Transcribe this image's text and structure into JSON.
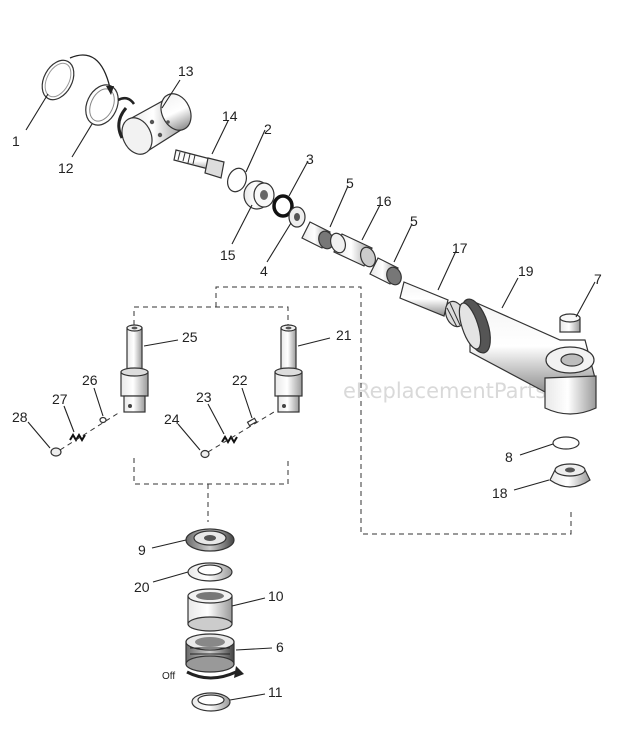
{
  "watermark": "eReplacementParts.com",
  "rotation_label": "Off",
  "callouts": [
    {
      "id": "1",
      "text": "1"
    },
    {
      "id": "2",
      "text": "2"
    },
    {
      "id": "3",
      "text": "3"
    },
    {
      "id": "4",
      "text": "4"
    },
    {
      "id": "5a",
      "text": "5"
    },
    {
      "id": "5b",
      "text": "5"
    },
    {
      "id": "6",
      "text": "6"
    },
    {
      "id": "7",
      "text": "7"
    },
    {
      "id": "8",
      "text": "8"
    },
    {
      "id": "9",
      "text": "9"
    },
    {
      "id": "10",
      "text": "10"
    },
    {
      "id": "11",
      "text": "11"
    },
    {
      "id": "12",
      "text": "12"
    },
    {
      "id": "13",
      "text": "13"
    },
    {
      "id": "14",
      "text": "14"
    },
    {
      "id": "15",
      "text": "15"
    },
    {
      "id": "16",
      "text": "16"
    },
    {
      "id": "17",
      "text": "17"
    },
    {
      "id": "18",
      "text": "18"
    },
    {
      "id": "19",
      "text": "19"
    },
    {
      "id": "20",
      "text": "20"
    },
    {
      "id": "21",
      "text": "21"
    },
    {
      "id": "22",
      "text": "22"
    },
    {
      "id": "23",
      "text": "23"
    },
    {
      "id": "24",
      "text": "24"
    },
    {
      "id": "25",
      "text": "25"
    },
    {
      "id": "26",
      "text": "26"
    },
    {
      "id": "27",
      "text": "27"
    },
    {
      "id": "28",
      "text": "28"
    }
  ]
}
